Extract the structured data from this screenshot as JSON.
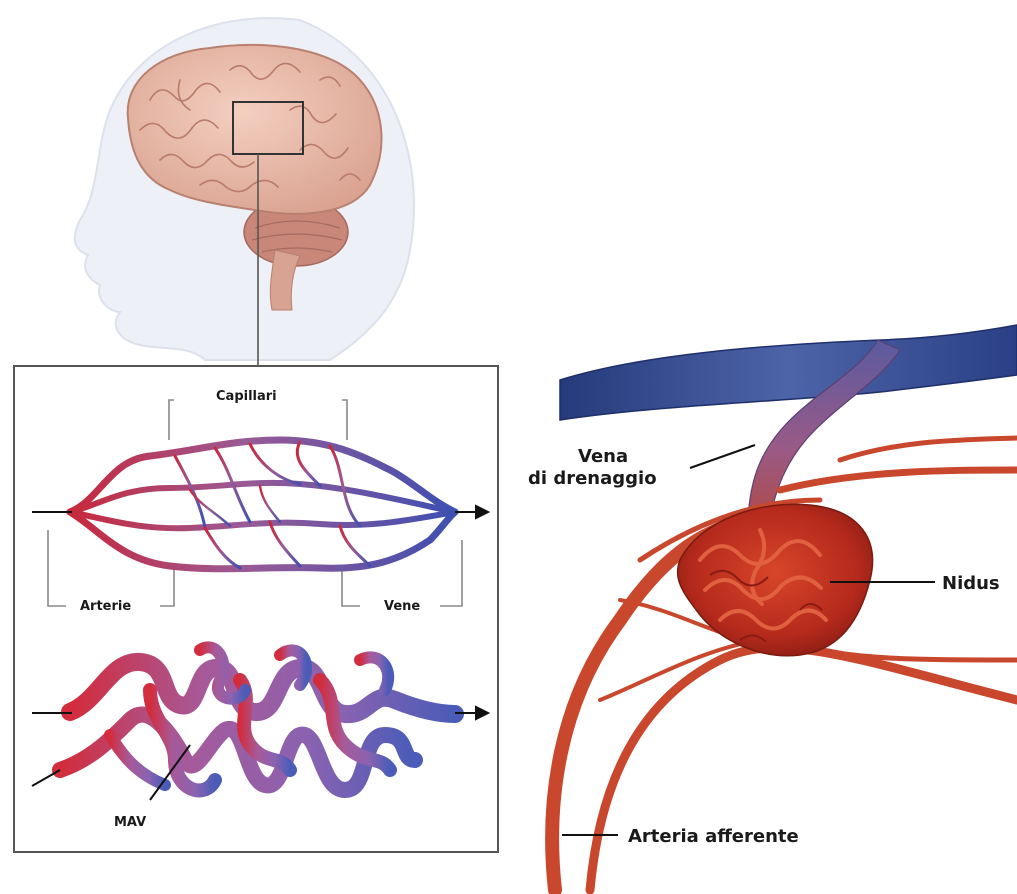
{
  "labels": {
    "capillari": "Capillari",
    "arterie": "Arterie",
    "vene": "Vene",
    "mav": "MAV",
    "vena_line1": "Vena",
    "vena_line2": "di drenaggio",
    "nidus": "Nidus",
    "arteria_afferente": "Arteria afferente"
  },
  "colors": {
    "artery": "#c8283a",
    "vein": "#4a58a8",
    "capillary": "#8a5a9a",
    "brain": "#e9b9a8",
    "head": "#eef0f6",
    "nidus": "#c0321e"
  }
}
